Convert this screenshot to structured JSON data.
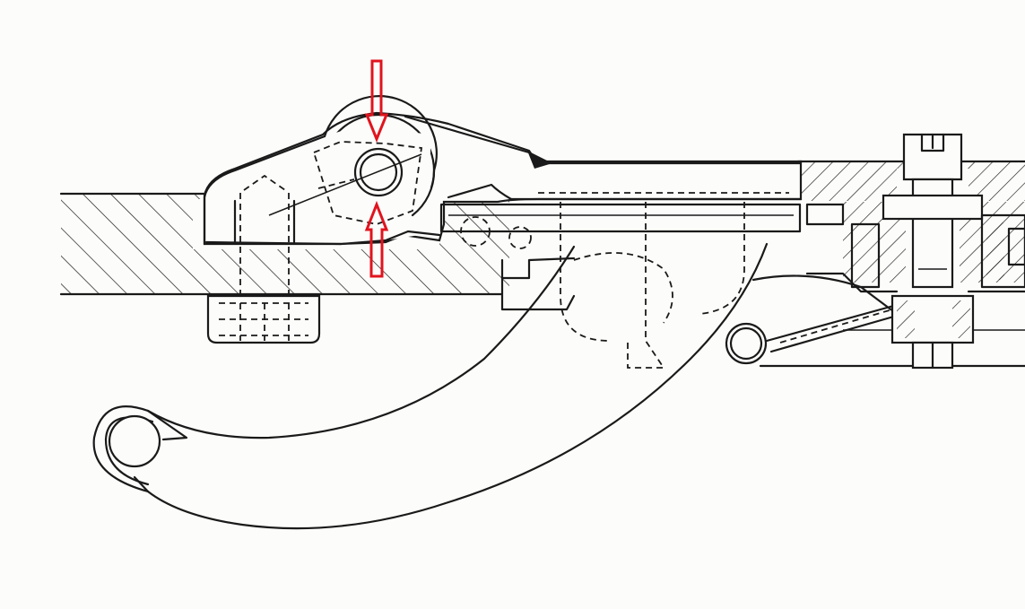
{
  "figure": {
    "annotation_color": "#e0141e",
    "ink_color": "#1a1a1a",
    "paper_color": "#fcfcfa",
    "annotations": [
      {
        "name": "upper-arrow",
        "direction": "down"
      },
      {
        "name": "lower-arrow",
        "direction": "up"
      }
    ]
  }
}
